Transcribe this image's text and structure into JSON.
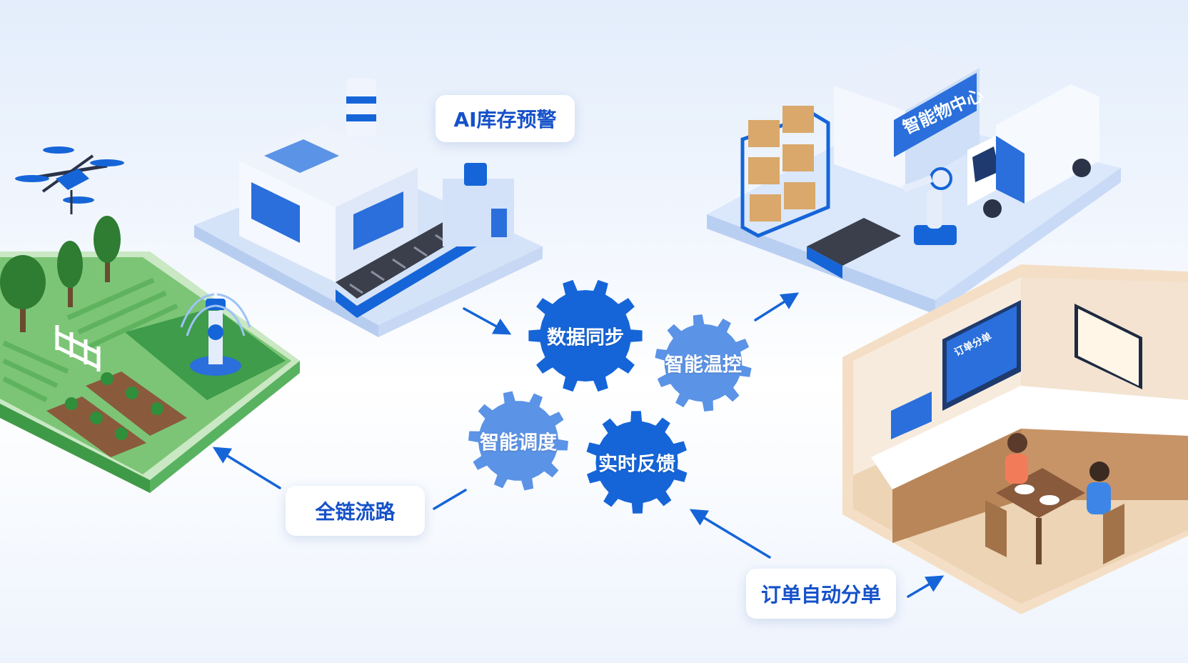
{
  "labels": {
    "inventory_alert": "AI库存预警",
    "full_chain": "全链流路",
    "order_split": "订单自动分单"
  },
  "gears": {
    "data_sync": "数据同步",
    "temp_control": "智能温控",
    "dispatch": "智能调度",
    "feedback": "实时反馈"
  },
  "warehouse_sign": "智能物中心",
  "restaurant_screen": "订单分单",
  "colors": {
    "primary_blue": "#1565d8",
    "light_blue": "#5b93e6",
    "label_text": "#1551c9",
    "farm_green": "#4caf50",
    "restaurant_wood": "#e9cfb0"
  }
}
